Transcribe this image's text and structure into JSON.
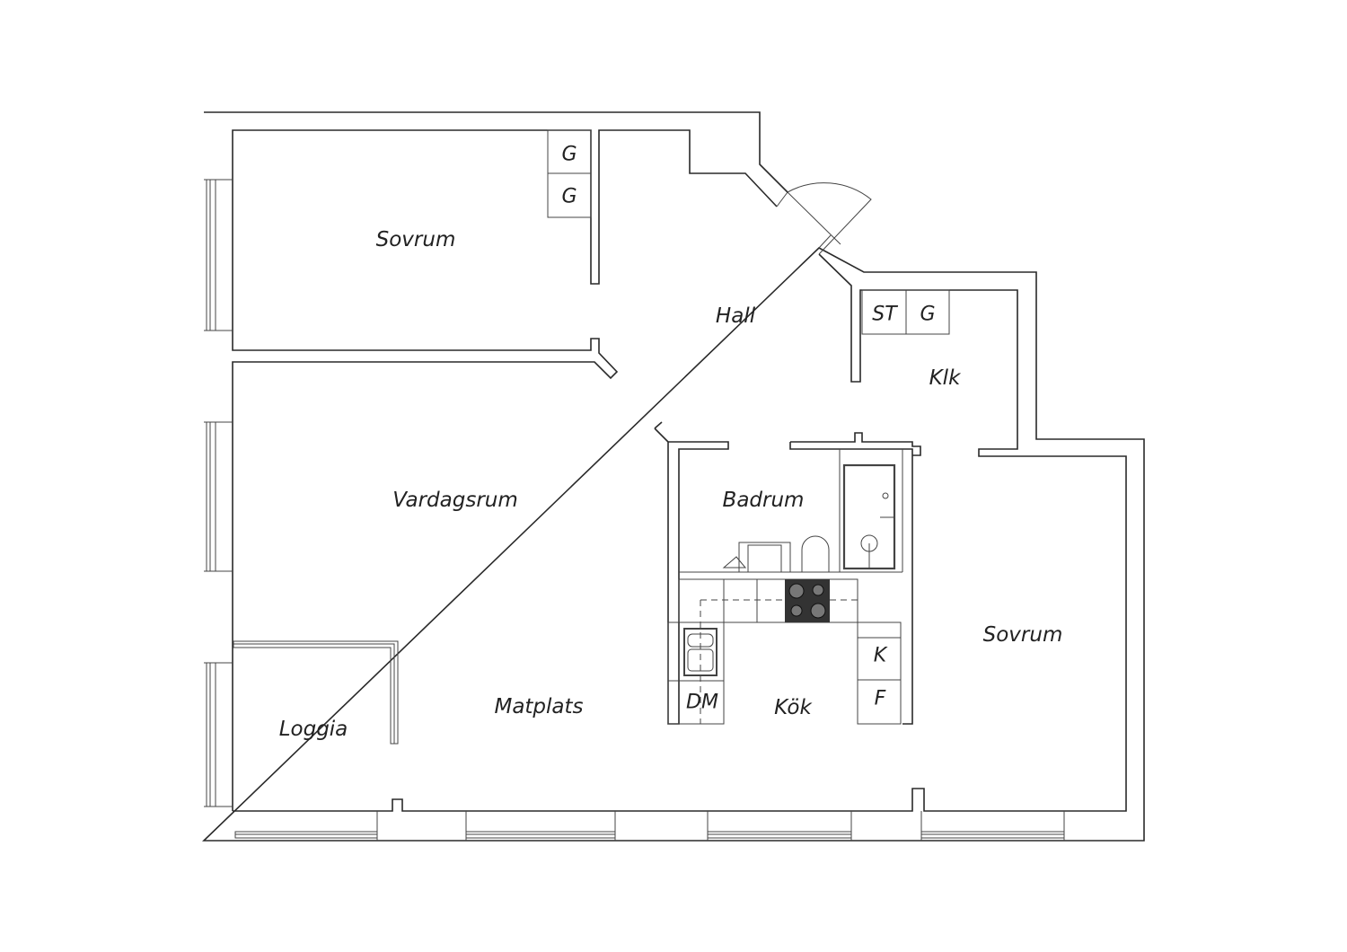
{
  "plan": {
    "rooms": {
      "sovrum_1": "Sovrum",
      "hall": "Hall",
      "klk": "Klk",
      "vardagsrum": "Vardagsrum",
      "badrum": "Badrum",
      "sovrum_2": "Sovrum",
      "matplats": "Matplats",
      "loggia": "Loggia",
      "kok": "Kök"
    },
    "fixtures": {
      "g1": "G",
      "g2": "G",
      "st": "ST",
      "g3": "G",
      "dm": "DM",
      "k": "K",
      "f": "F"
    }
  }
}
